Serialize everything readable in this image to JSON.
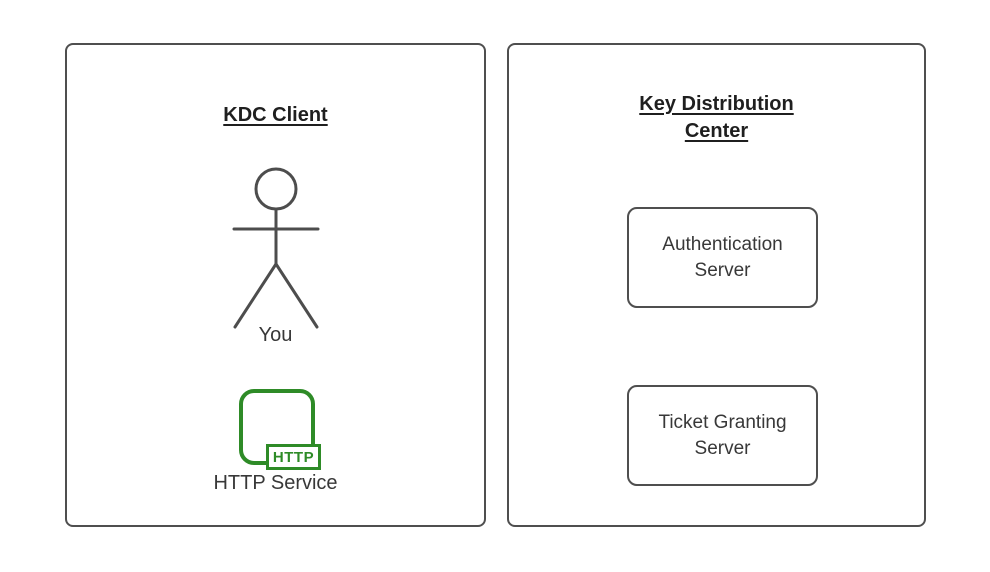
{
  "colors": {
    "background": "#ffffff",
    "panel_border": "#4f4f4f",
    "inner_box_border": "#4f4f4f",
    "figure_stroke": "#4d4d4d",
    "title_text": "#1f1f1f",
    "body_text": "#383838",
    "service_green": "#2e8b27"
  },
  "left_panel": {
    "title": "KDC Client",
    "actor": {
      "icon": "stick-figure-icon",
      "label": "You"
    },
    "service": {
      "icon": "http-service-icon",
      "badge": "HTTP",
      "label": "HTTP Service"
    }
  },
  "right_panel": {
    "title_lines": [
      "Key Distribution",
      "Center"
    ],
    "servers": [
      {
        "lines": [
          "Authentication",
          "Server"
        ]
      },
      {
        "lines": [
          "Ticket Granting",
          "Server"
        ]
      }
    ]
  }
}
